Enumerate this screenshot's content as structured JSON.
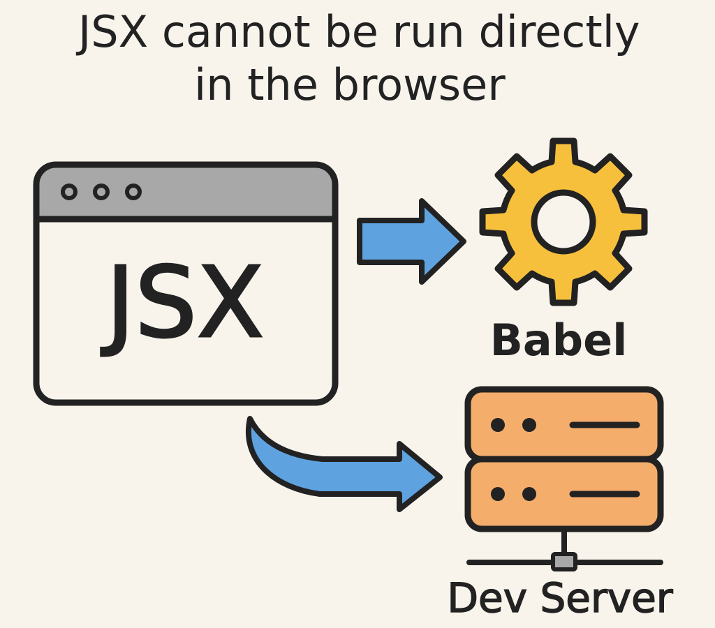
{
  "title_lines": [
    "JSX cannot be run directly",
    "in the browser"
  ],
  "browser_window": {
    "label": "JSX",
    "icon": "browser-window-icon",
    "titlebar_color": "#a8a8a8"
  },
  "babel": {
    "label": "Babel",
    "icon": "gear-icon",
    "color": "#f6c03c"
  },
  "dev_server": {
    "label": "Dev Server",
    "icon": "server-icon",
    "color": "#f5ad6c"
  },
  "arrows": {
    "color": "#5fa2e0",
    "outline": "#222222"
  },
  "colors": {
    "background": "#f8f4ec",
    "ink": "#222222"
  }
}
